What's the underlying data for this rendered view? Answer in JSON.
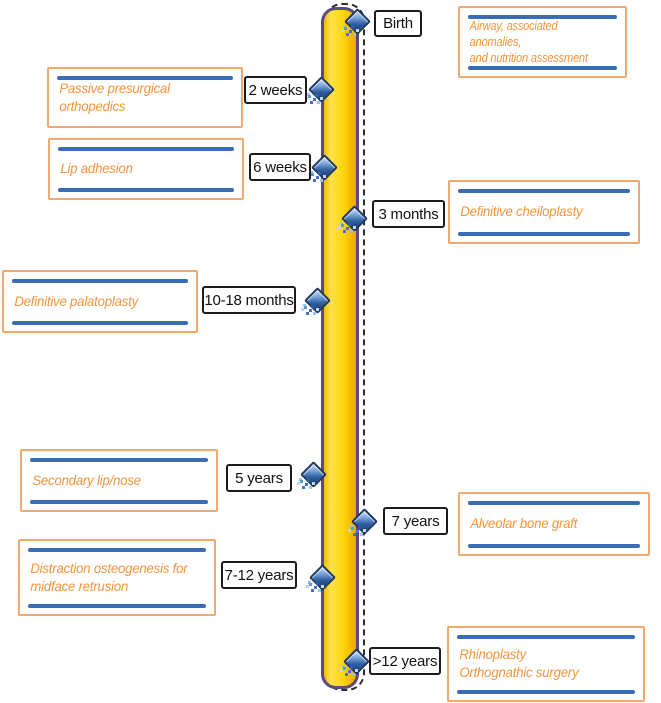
{
  "colors": {
    "bar_yellow": "#FFD21E",
    "bar_border": "#5A4A7E",
    "diamond_blue": "#2E5FA3",
    "box_border_orange": "#F3A96B",
    "text_orange": "#F2943B",
    "line_blue": "#3A6BB5",
    "label_border": "#1C1C1C"
  },
  "milestones": [
    {
      "label": "Birth"
    },
    {
      "label": "2 weeks"
    },
    {
      "label": "6 weeks"
    },
    {
      "label": "3 months"
    },
    {
      "label": "10-18 months"
    },
    {
      "label": "5 years"
    },
    {
      "label": "7 years"
    },
    {
      "label": "7-12 years"
    },
    {
      "label": ">12 years"
    }
  ],
  "procedures": [
    {
      "text": "Airway, associated anomalies,\nand nutrition assessment"
    },
    {
      "text": "Passive presurgical\northopedics"
    },
    {
      "text": "Lip adhesion"
    },
    {
      "text": "Definitive cheiloplasty"
    },
    {
      "text": "Definitive palatoplasty"
    },
    {
      "text": "Secondary lip/nose"
    },
    {
      "text": "Alveolar bone graft"
    },
    {
      "text": "Distraction osteogenesis for\nmidface retrusion"
    },
    {
      "text": "Rhinoplasty\nOrthognathic surgery"
    }
  ]
}
